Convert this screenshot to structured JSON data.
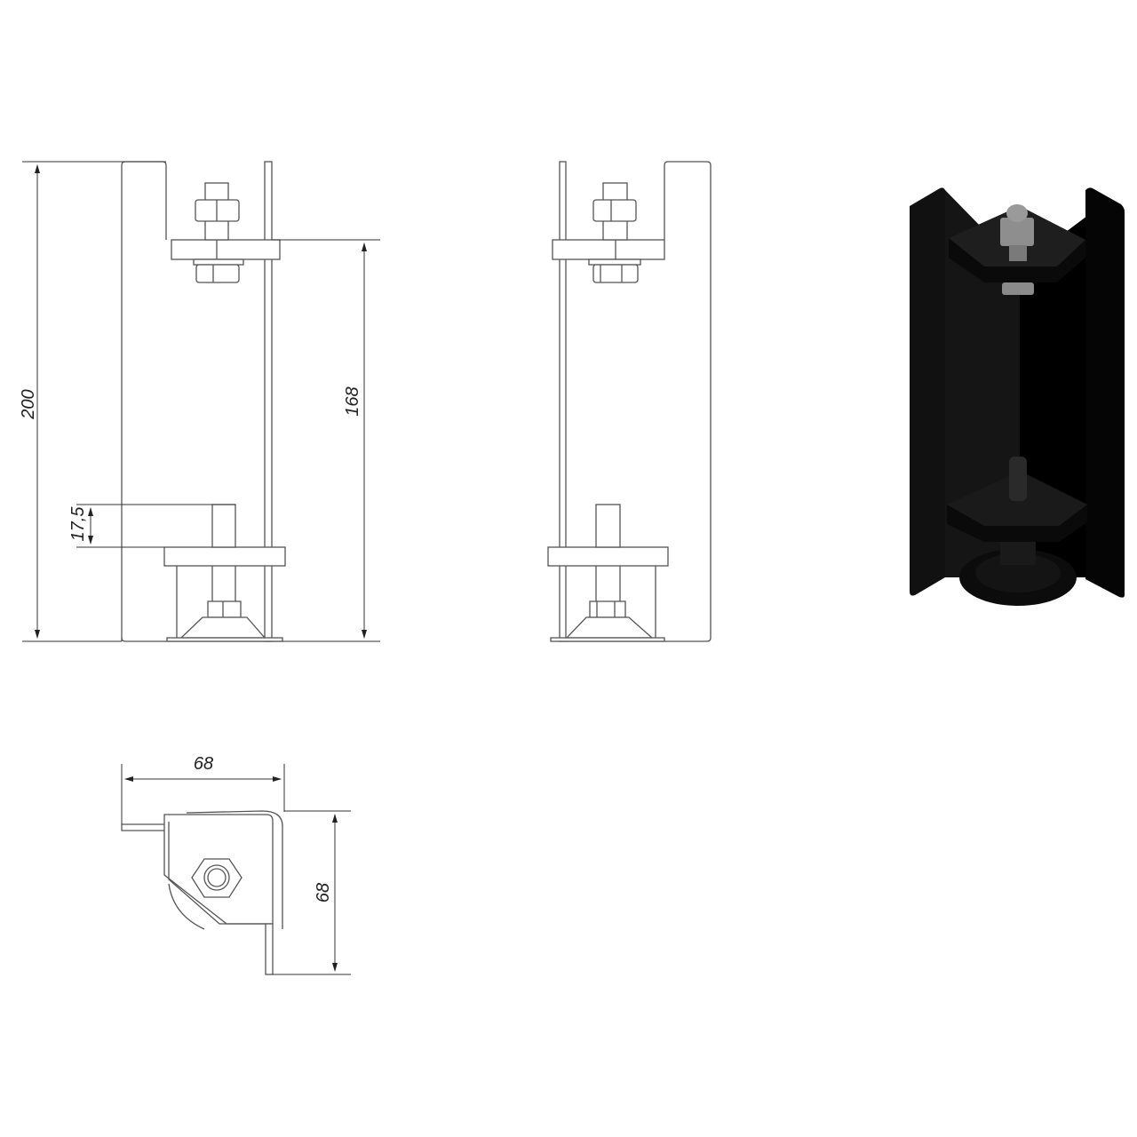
{
  "drawing": {
    "views": [
      "front-view",
      "side-view",
      "isometric-view",
      "top-view"
    ],
    "dimensions": {
      "total_height": "200",
      "bracket_to_base": "168",
      "stud_length": "17,5",
      "width": "68",
      "depth": "68"
    },
    "colors": {
      "line": "#555555",
      "dimension": "#333333",
      "iso_dark": "#111111",
      "iso_black": "#000000",
      "iso_nut": "#8a8a8a"
    }
  }
}
